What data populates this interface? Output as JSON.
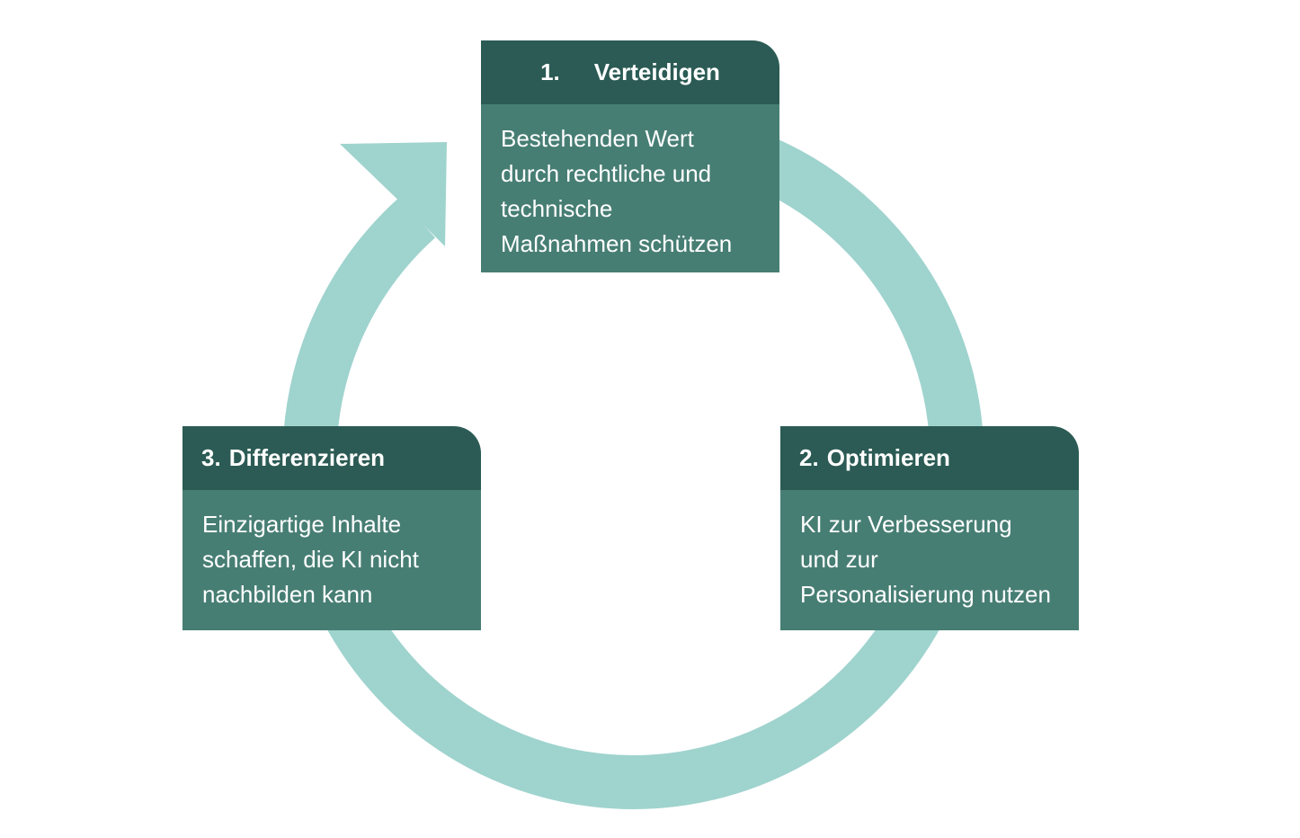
{
  "palette": {
    "background": "#ffffff",
    "header_bg": "#2b5b54",
    "body_bg": "#477e74",
    "arrow": "#9fd3ce",
    "text": "#ffffff"
  },
  "cycle": {
    "direction": "clockwise",
    "shape": "circular-arrow"
  },
  "steps": [
    {
      "number": "1.",
      "title": "Verteidigen",
      "position": "top",
      "lines": [
        "Bestehenden Wert",
        "durch rechtliche und",
        "technische",
        "Maßnahmen schützen"
      ]
    },
    {
      "number": "2.",
      "title": "Optimieren",
      "position": "right",
      "lines": [
        "KI zur Verbesserung",
        "und zur",
        "Personalisierung nutzen"
      ]
    },
    {
      "number": "3.",
      "title": "Differenzieren",
      "position": "left",
      "lines": [
        "Einzigartige Inhalte",
        "schaffen, die KI nicht",
        "nachbilden kann"
      ]
    }
  ]
}
